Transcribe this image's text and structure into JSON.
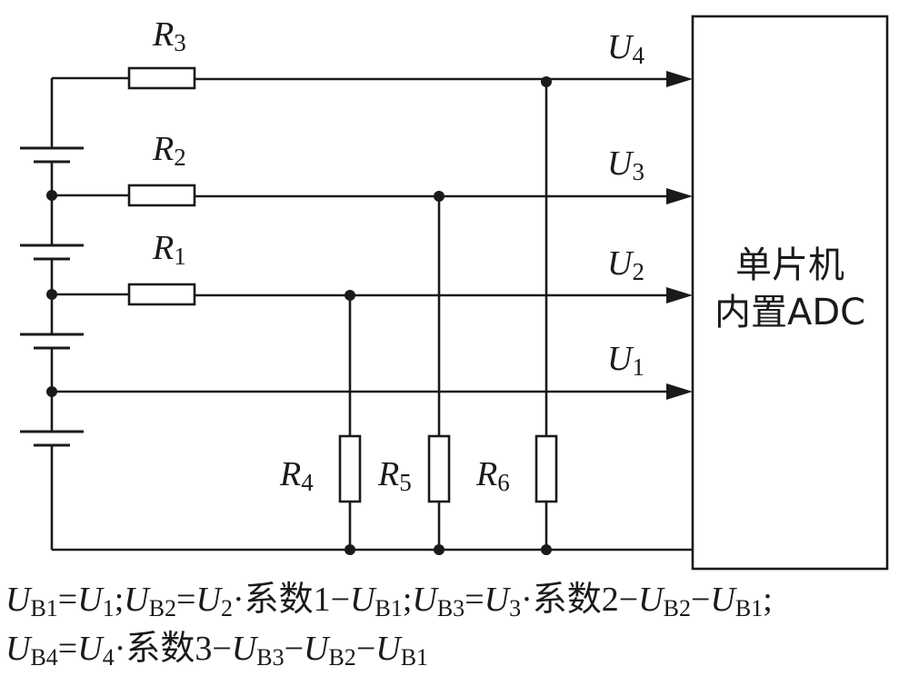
{
  "resistors": {
    "r1": {
      "letter": "R",
      "index": "1"
    },
    "r2": {
      "letter": "R",
      "index": "2"
    },
    "r3": {
      "letter": "R",
      "index": "3"
    },
    "r4": {
      "letter": "R",
      "index": "4"
    },
    "r5": {
      "letter": "R",
      "index": "5"
    },
    "r6": {
      "letter": "R",
      "index": "6"
    }
  },
  "voltages": {
    "u1": {
      "letter": "U",
      "index": "1"
    },
    "u2": {
      "letter": "U",
      "index": "2"
    },
    "u3": {
      "letter": "U",
      "index": "3"
    },
    "u4": {
      "letter": "U",
      "index": "4"
    }
  },
  "mcu": {
    "line1": "单片机",
    "line2": "内置ADC"
  },
  "formulas": {
    "line1": "U_B1=U_1;U_B2=U_2·系数1−U_B1;U_B3=U_3·系数2−U_B2−U_B1;",
    "line2": "U_B4=U_4·系数3−U_B3−U_B2−U_B1"
  }
}
